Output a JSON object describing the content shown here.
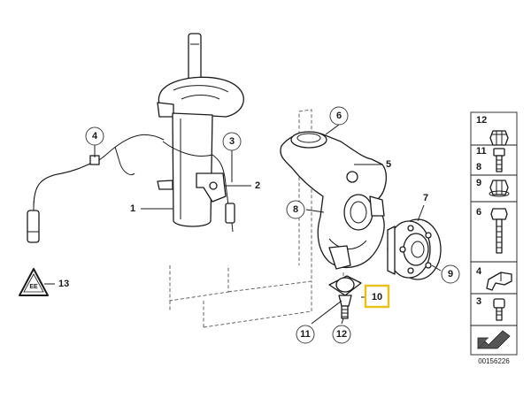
{
  "diagram": {
    "highlight_color": "#e6c21c",
    "callouts": {
      "c1": "1",
      "c2": "2",
      "c3": "3",
      "c4": "4",
      "c5": "5",
      "c6": "6",
      "c7": "7",
      "c8": "8",
      "c9": "9",
      "c10": "10",
      "c11": "11",
      "c12": "12",
      "c13": "13"
    },
    "warning_symbol_text": "EE",
    "legend": {
      "items": [
        "12",
        "11",
        "8",
        "9",
        "6",
        "4",
        "3"
      ]
    },
    "drawing_code": "00156226"
  }
}
